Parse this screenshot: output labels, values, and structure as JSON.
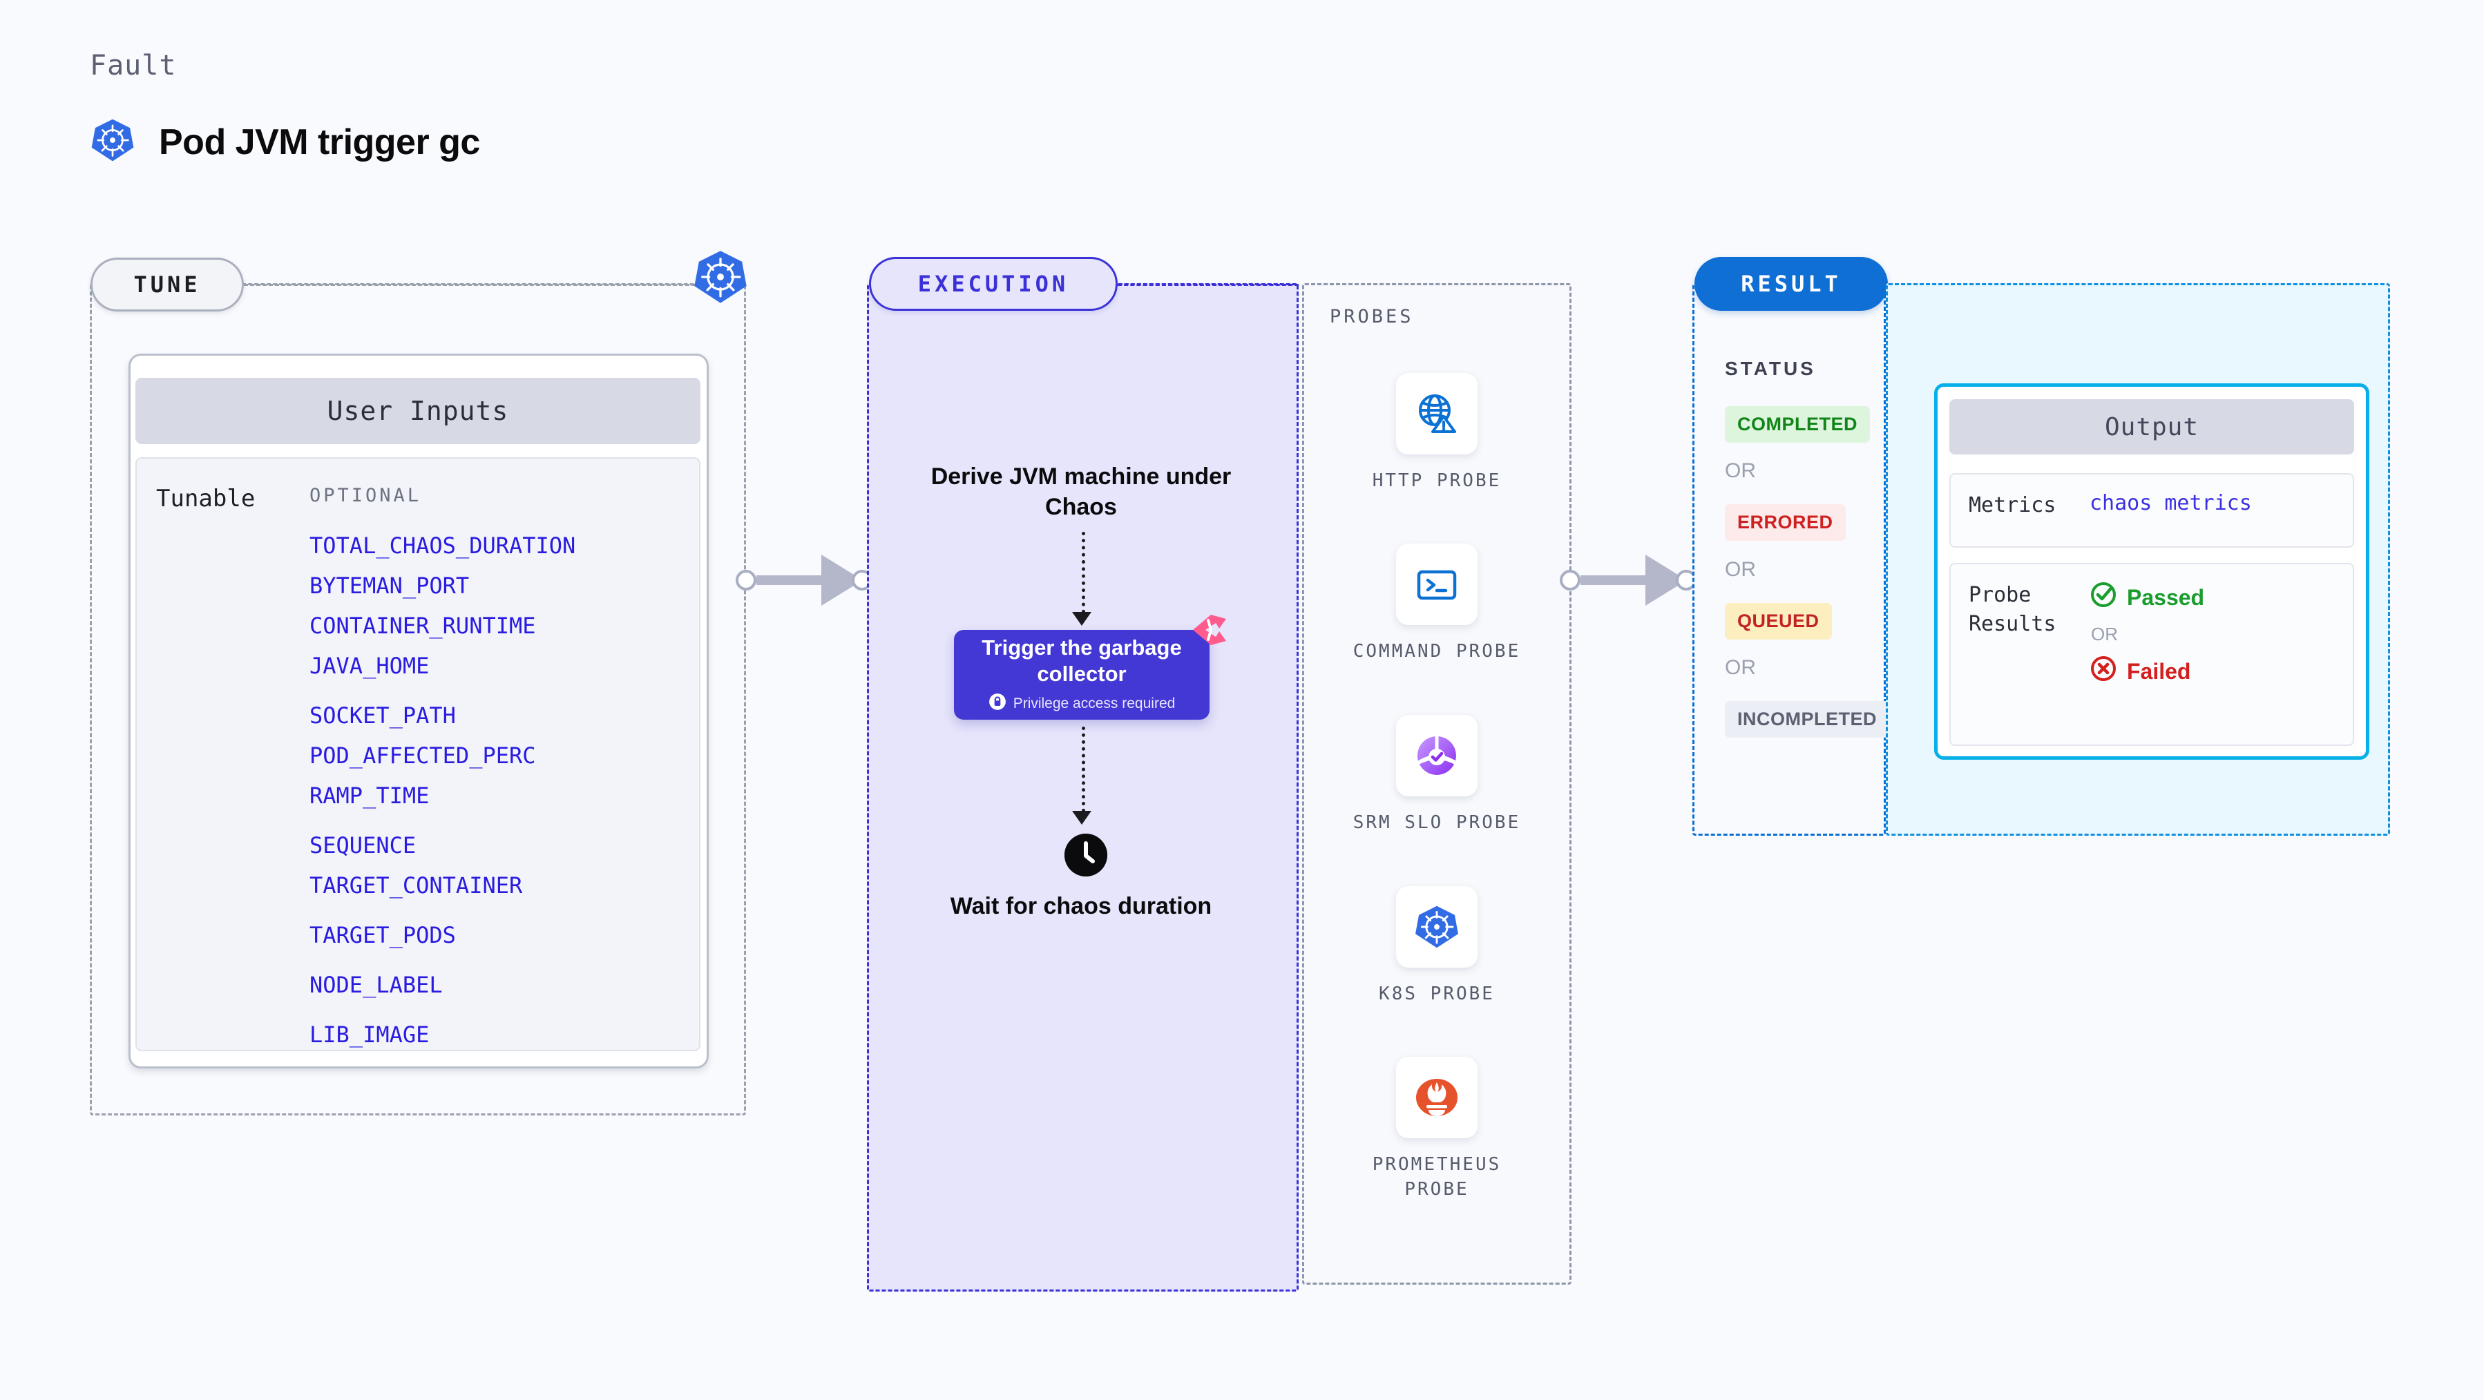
{
  "header": {
    "kicker": "Fault",
    "title": "Pod JVM trigger gc",
    "icon": "kubernetes-icon"
  },
  "tune": {
    "badge": "TUNE",
    "k8s_icon": "kubernetes-icon",
    "card_title": "User Inputs",
    "tunable_label": "Tunable",
    "optional_label": "OPTIONAL",
    "variables": [
      "TOTAL_CHAOS_DURATION",
      "BYTEMAN_PORT",
      "CONTAINER_RUNTIME",
      "JAVA_HOME",
      "SOCKET_PATH",
      "POD_AFFECTED_PERC",
      "RAMP_TIME",
      "SEQUENCE",
      "TARGET_CONTAINER",
      "TARGET_PODS",
      "NODE_LABEL",
      "LIB_IMAGE"
    ]
  },
  "execution": {
    "badge": "EXECUTION",
    "step1": "Derive JVM machine under Chaos",
    "action_title": "Trigger the garbage collector",
    "action_note": "Privilege access required",
    "action_note_icon": "lock-icon",
    "brand_mark": "harness-logo-icon",
    "step2_icon": "clock-icon",
    "step2": "Wait for chaos duration"
  },
  "probes": {
    "title": "PROBES",
    "items": [
      {
        "name": "HTTP PROBE",
        "icon": "globe-warning-icon"
      },
      {
        "name": "COMMAND PROBE",
        "icon": "terminal-icon"
      },
      {
        "name": "SRM SLO PROBE",
        "icon": "srm-slo-gauge-icon"
      },
      {
        "name": "K8S PROBE",
        "icon": "kubernetes-icon"
      },
      {
        "name": "PROMETHEUS PROBE",
        "icon": "prometheus-icon"
      }
    ]
  },
  "result": {
    "badge": "RESULT",
    "status_label": "STATUS",
    "or_label": "OR",
    "statuses": [
      {
        "label": "COMPLETED",
        "bg": "#ddf5dc",
        "fg": "#11851a"
      },
      {
        "label": "ERRORED",
        "bg": "#fdeaea",
        "fg": "#cf2020"
      },
      {
        "label": "QUEUED",
        "bg": "#fdeec0",
        "fg": "#c32222"
      },
      {
        "label": "INCOMPLETED",
        "bg": "#eceef5",
        "fg": "#5c6070"
      }
    ]
  },
  "output": {
    "title": "Output",
    "metrics_key": "Metrics",
    "metrics_value": "chaos metrics",
    "probe_results_key": "Probe Results",
    "passed_label": "Passed",
    "passed_icon": "check-circle-icon",
    "or_label": "OR",
    "failed_label": "Failed",
    "failed_icon": "x-circle-icon"
  },
  "colors": {
    "brand_blue": "#3b31d6",
    "exec_fill": "#e6e5fb",
    "result_blue": "#0f6fd4",
    "output_cyan": "#07b0e8",
    "var_blue": "#2a1be0",
    "k8s_blue": "#326ce5",
    "harness_pink": "#ff5c8d",
    "prometheus_orange": "#e6522c"
  }
}
